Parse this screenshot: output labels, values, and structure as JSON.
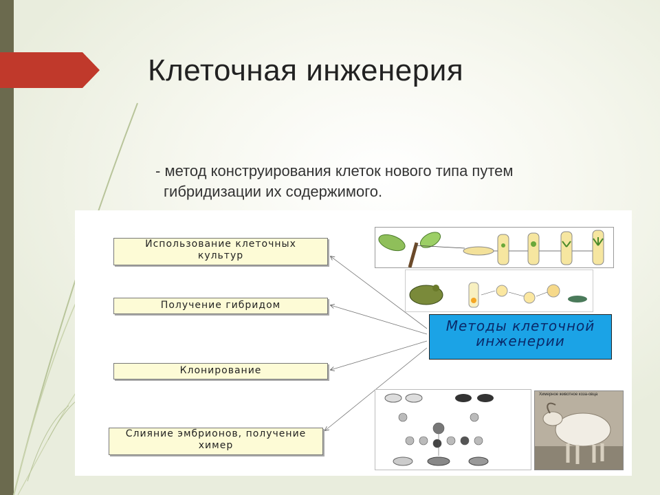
{
  "slide": {
    "title": "Клеточная инженерия",
    "body_line1": "- метод конструирования клеток нового типа путем",
    "body_line2": "гибридизации их содержимого."
  },
  "diagram": {
    "methods": [
      {
        "line1": "Использование клеточных",
        "line2": "культур"
      },
      {
        "line1": "Получение гибридом",
        "line2": ""
      },
      {
        "line1": "Клонирование",
        "line2": ""
      },
      {
        "line1": "Слияние эмбрионов, получение",
        "line2": "химер"
      }
    ],
    "center": {
      "line1": "Методы клеточной",
      "line2": "инженерии"
    },
    "panels": {
      "plant_culture": "plant-tissue-culture-illustration",
      "cloning_frog": "frog-nuclear-transfer-illustration",
      "chimera_mice": "mouse-chimera-scheme-illustration",
      "goat_photo": "chimera-goat-photo",
      "goat_caption": "Химерное животное коза-овца"
    }
  },
  "colors": {
    "accent_red": "#c0392b",
    "center_box": "#1ba3e6",
    "method_box": "#fdfbd6",
    "left_bar": "#6b6a4e"
  }
}
